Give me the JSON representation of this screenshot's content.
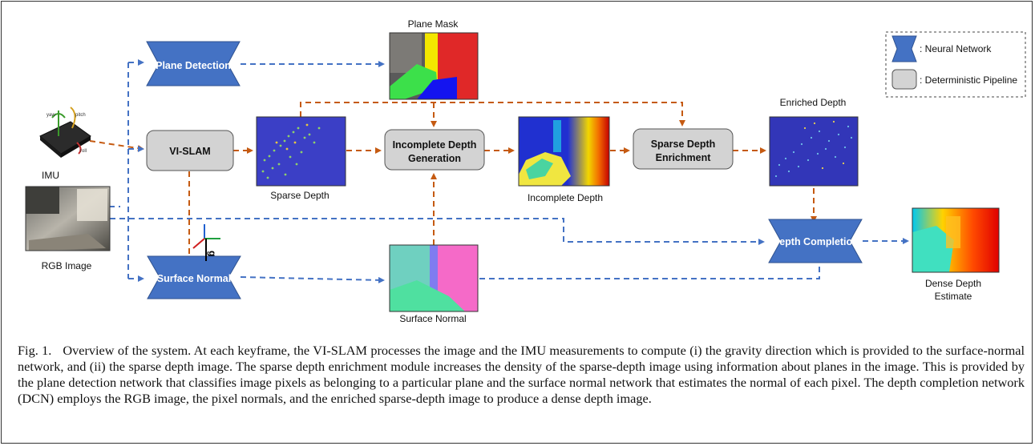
{
  "nodes": {
    "plane_detection": "Plane Detection",
    "vi_slam": "VI-SLAM",
    "surface_normal_net": "Surface Normal",
    "incomplete_depth_gen_l1": "Incomplete Depth",
    "incomplete_depth_gen_l2": "Generation",
    "sparse_depth_enrich_l1": "Sparse Depth",
    "sparse_depth_enrich_l2": "Enrichment",
    "depth_completion": "Depth Completion"
  },
  "images": {
    "imu": "IMU",
    "rgb": "RGB Image",
    "plane_mask": "Plane Mask",
    "sparse_depth": "Sparse Depth",
    "incomplete_depth": "Incomplete Depth",
    "enriched_depth": "Enriched Depth",
    "surface_normal_img": "Surface Normal",
    "dense_depth_l1": "Dense Depth",
    "dense_depth_l2": "Estimate",
    "imu_axis_yaw": "yaw",
    "imu_axis_pitch": "pitch",
    "imu_axis_roll": "roll",
    "gravity": "g"
  },
  "legend": {
    "neural_network": ": Neural Network",
    "deterministic": ": Deterministic Pipeline"
  },
  "caption": {
    "label": "Fig. 1.",
    "text": "Overview of the system. At each keyframe, the VI-SLAM processes the image and the IMU measurements to compute (i) the gravity direction which is provided to the surface-normal network, and (ii) the sparse depth image. The sparse depth enrichment module increases the density of the sparse-depth image using information about planes in the image. This is provided by the plane detection network that classifies image pixels as belonging to a particular plane and the surface normal network that estimates the normal of each pixel. The depth completion network (DCN) employs the RGB image, the pixel normals, and the enriched sparse-depth image to produce a dense depth image."
  },
  "colors": {
    "network_blue": "#4472C4",
    "pipeline_gray": "#D3D3D3",
    "arrow_orange": "#C55A11",
    "arrow_blue": "#4472C4"
  }
}
